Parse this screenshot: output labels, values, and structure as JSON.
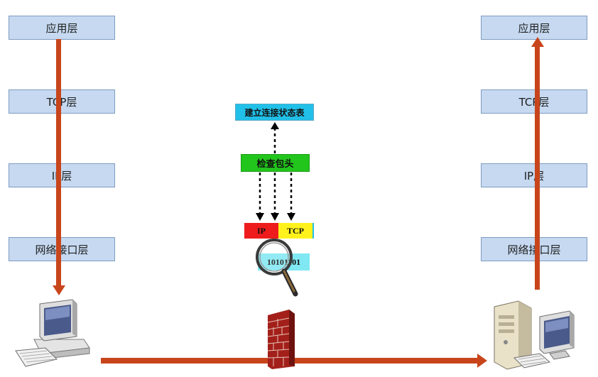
{
  "left_stack": {
    "layers": [
      "应用层",
      "TCP层",
      "IP层",
      "网络接口层"
    ]
  },
  "right_stack": {
    "layers": [
      "应用层",
      "TCP层",
      "IP层",
      "网络接口层"
    ]
  },
  "firewall_inspection": {
    "state_table": "建立连接状态表",
    "check_header": "检查包头",
    "ip_label": "IP",
    "tcp_label": "TCP",
    "bits_label": "10101101"
  },
  "colors": {
    "layer_fill": "#c6d9f1",
    "arrow": "#c8451c",
    "state_table": "#21c0e8",
    "check_header": "#22c51c",
    "ip": "#ee1c1c",
    "tcp": "#fff21c"
  }
}
